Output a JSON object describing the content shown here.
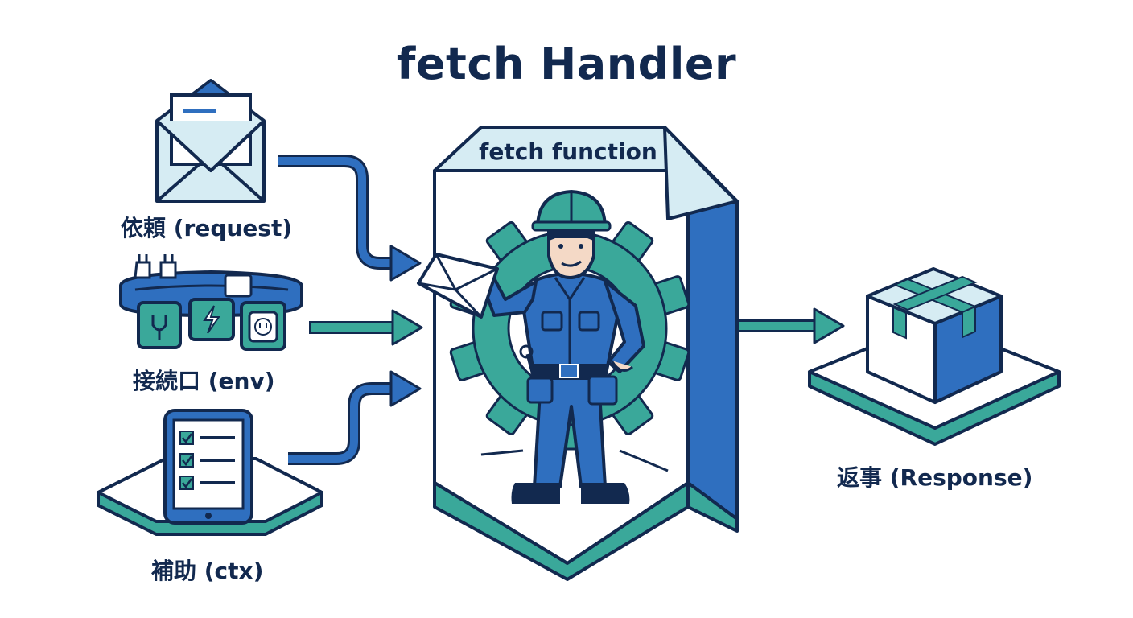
{
  "title": "fetch Handler",
  "function_tab_label": "fetch function",
  "inputs": [
    {
      "label": "依頼 (request)",
      "icon": "envelope-icon"
    },
    {
      "label": "接続口 (env)",
      "icon": "tool-belt-icon"
    },
    {
      "label": "補助 (ctx)",
      "icon": "tablet-checklist-icon"
    }
  ],
  "output": {
    "label": "返事 (Response)",
    "icon": "package-box-icon"
  },
  "colors": {
    "navy": "#12294f",
    "blue": "#2f6fbf",
    "teal": "#3aa89a",
    "light_blue": "#d6ecf3"
  }
}
